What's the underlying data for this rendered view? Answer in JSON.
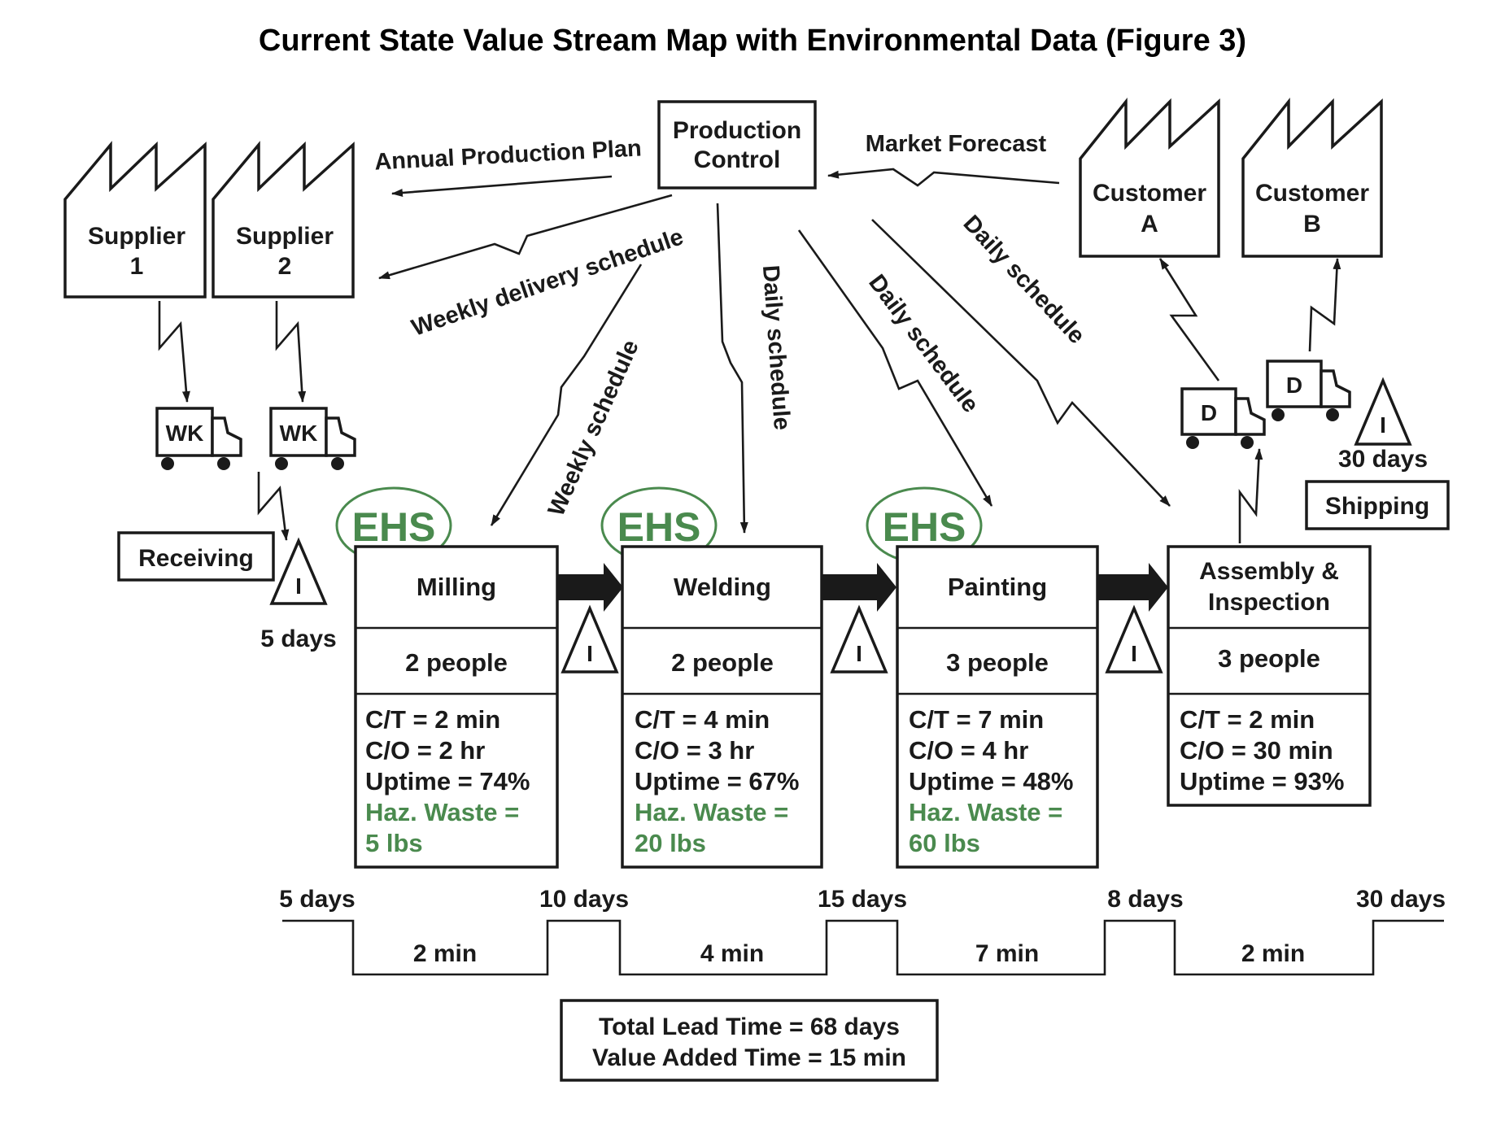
{
  "title": "Current State Value Stream Map with Environmental Data (Figure 3)",
  "production_control": {
    "line1": "Production",
    "line2": "Control"
  },
  "suppliers": [
    {
      "line1": "Supplier",
      "line2": "1"
    },
    {
      "line1": "Supplier",
      "line2": "2"
    }
  ],
  "customers": [
    {
      "line1": "Customer",
      "line2": "A"
    },
    {
      "line1": "Customer",
      "line2": "B"
    }
  ],
  "trucks": {
    "supplier": "WK",
    "customer": "D"
  },
  "info_flows": {
    "annual_plan": "Annual Production Plan",
    "market_forecast": "Market Forecast",
    "weekly_delivery": "Weekly delivery schedule",
    "weekly_schedule": "Weekly schedule",
    "daily_1": "Daily schedule",
    "daily_2": "Daily schedule",
    "daily_3": "Daily schedule"
  },
  "receiving": {
    "label": "Receiving",
    "days": "5 days"
  },
  "shipping": {
    "label": "Shipping",
    "days": "30 days"
  },
  "inventory_symbol": "I",
  "ehs_label": "EHS",
  "processes": [
    {
      "name": "Milling",
      "people": "2 people",
      "ct": "C/T = 2 min",
      "co": "C/O = 2 hr",
      "uptime": "Uptime = 74%",
      "waste1": "Haz. Waste =",
      "waste2": "5 lbs"
    },
    {
      "name": "Welding",
      "people": "2 people",
      "ct": "C/T = 4 min",
      "co": "C/O = 3 hr",
      "uptime": "Uptime = 67%",
      "waste1": "Haz. Waste =",
      "waste2": "20 lbs"
    },
    {
      "name": "Painting",
      "people": "3 people",
      "ct": "C/T = 7 min",
      "co": "C/O = 4 hr",
      "uptime": "Uptime = 48%",
      "waste1": "Haz. Waste =",
      "waste2": "60 lbs"
    },
    {
      "name1": "Assembly &",
      "name2": "Inspection",
      "people": "3 people",
      "ct": "C/T = 2 min",
      "co": "C/O = 30 min",
      "uptime": "Uptime = 93%"
    }
  ],
  "timeline": {
    "days": [
      "5 days",
      "10 days",
      "15 days",
      "8 days",
      "30 days"
    ],
    "mins": [
      "2 min",
      "4 min",
      "7 min",
      "2 min"
    ]
  },
  "summary": {
    "lead_label": "Total Lead Time = ",
    "lead_value": "68 days",
    "va_label": "Value Added Time = ",
    "va_value": "15 min"
  },
  "colors": {
    "ink": "#1a1a1a",
    "ehs_green": "#4a8a4e"
  }
}
